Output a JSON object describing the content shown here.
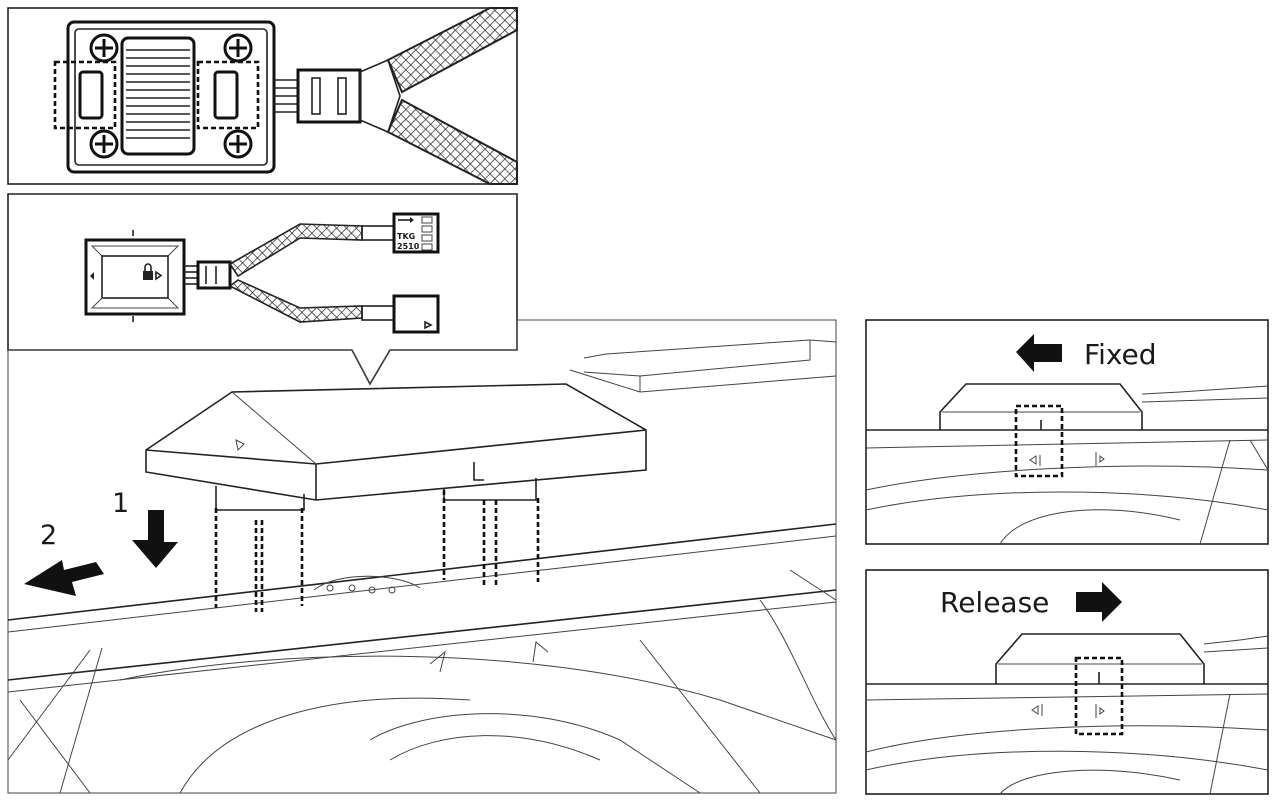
{
  "labels": {
    "step_1": "1",
    "step_2": "2",
    "fixed": "Fixed",
    "release": "Release",
    "connector_code_line1": "TKG",
    "connector_code_line2": "2510"
  },
  "icons": {
    "arrow_down": "arrow-down-icon",
    "arrow_left": "arrow-left-icon",
    "arrow_right": "arrow-right-icon",
    "lock": "lock-icon"
  },
  "colors": {
    "line": "#222222",
    "arrow": "#111111",
    "background": "#ffffff"
  }
}
